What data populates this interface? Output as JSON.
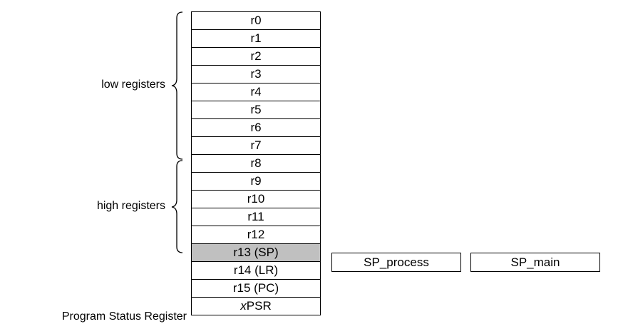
{
  "registers": [
    {
      "label": "r0"
    },
    {
      "label": "r1"
    },
    {
      "label": "r2"
    },
    {
      "label": "r3"
    },
    {
      "label": "r4"
    },
    {
      "label": "r5"
    },
    {
      "label": "r6"
    },
    {
      "label": "r7"
    },
    {
      "label": "r8"
    },
    {
      "label": "r9"
    },
    {
      "label": "r10"
    },
    {
      "label": "r11"
    },
    {
      "label": "r12"
    },
    {
      "label": "r13 (SP)",
      "shaded": true
    },
    {
      "label": "r14 (LR)"
    },
    {
      "label": "r15 (PC)"
    },
    {
      "label_italic": "x",
      "label": "PSR"
    }
  ],
  "groups": {
    "low": "low registers",
    "high": "high registers",
    "psr": "Program Status Register"
  },
  "stack_pointers": {
    "process": "SP_process",
    "main": "SP_main"
  },
  "colors": {
    "shaded": "#c0c0c0",
    "border": "#000000"
  }
}
